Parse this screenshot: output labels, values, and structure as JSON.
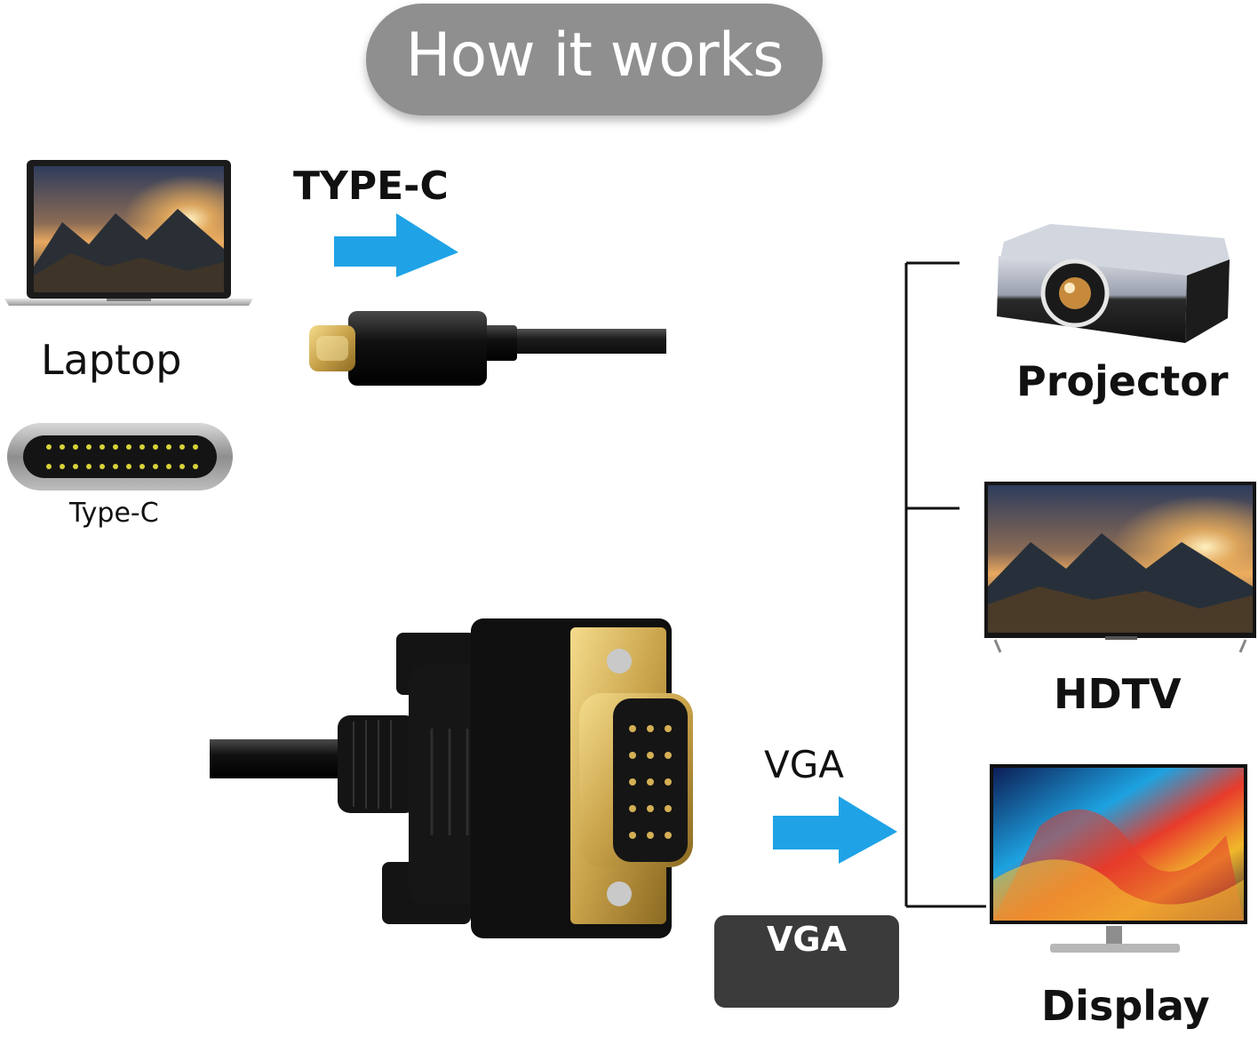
{
  "title": "How it  works",
  "source": {
    "device_label": "Laptop",
    "port_label": "Type-C",
    "connector_label": "TYPE-C"
  },
  "output": {
    "connector_label": "VGA",
    "badge_label": "VGA"
  },
  "targets": [
    {
      "label": "Projector"
    },
    {
      "label": "HDTV"
    },
    {
      "label": "Display"
    }
  ],
  "colors": {
    "arrow": "#1fa3e6",
    "title_pill": "#8f8f8f",
    "gold": "#d6b45a",
    "badge": "#3b3b3b"
  },
  "icons": [
    "laptop-icon",
    "type-c-port-icon",
    "type-c-cable-icon",
    "vga-connector-icon",
    "vga-port-icon",
    "projector-icon",
    "hdtv-icon",
    "monitor-icon",
    "arrow-right-icon"
  ]
}
